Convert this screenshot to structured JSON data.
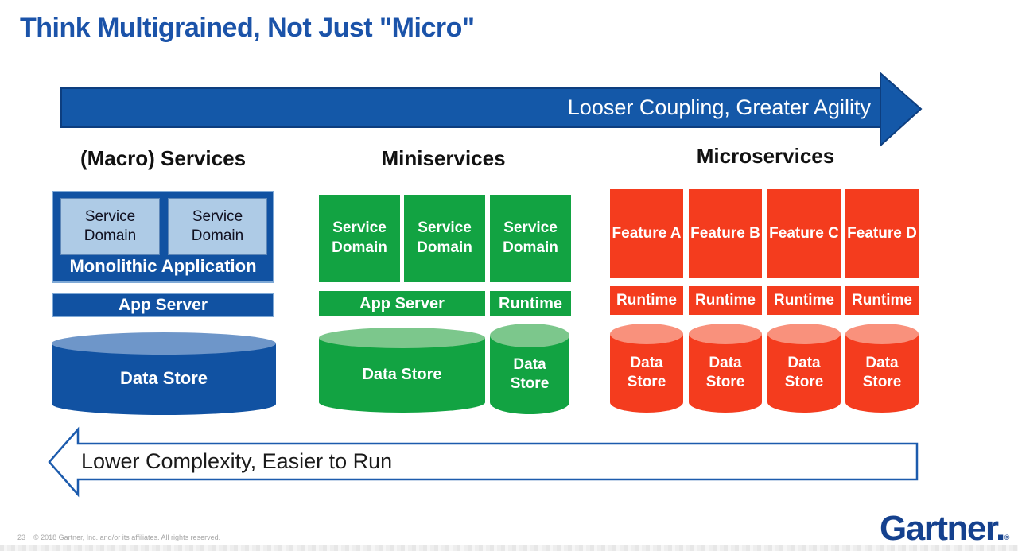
{
  "title": "Think Multigrained, Not Just \"Micro\"",
  "top_arrow": {
    "label": "Looser Coupling, Greater Agility"
  },
  "bottom_arrow": {
    "label": "Lower Complexity, Easier to Run"
  },
  "columns": [
    {
      "heading": "(Macro) Services",
      "service_domains": [
        "Service Domain",
        "Service Domain"
      ],
      "container_label": "Monolithic Application",
      "app_server": "App Server",
      "data_store": "Data Store"
    },
    {
      "heading": "Miniservices",
      "service_domains": [
        "Service Domain",
        "Service Domain",
        "Service Domain"
      ],
      "app_server": "App Server",
      "runtime": "Runtime",
      "data_stores": [
        "Data Store",
        "Data Store"
      ]
    },
    {
      "heading": "Microservices",
      "features": [
        "Feature A",
        "Feature B",
        "Feature C",
        "Feature D"
      ],
      "runtimes": [
        "Runtime",
        "Runtime",
        "Runtime",
        "Runtime"
      ],
      "data_stores": [
        "Data Store",
        "Data Store",
        "Data Store",
        "Data Store"
      ]
    }
  ],
  "footer": {
    "page_number": "23",
    "copyright": "© 2018 Gartner, Inc. and/or its affiliates. All rights reserved.",
    "logo": "Gartner.",
    "reg_mark": "®"
  },
  "colors": {
    "title_blue": "#1B53A9",
    "arrow_blue": "#1458A8",
    "box_blue": "#1152A2",
    "light_blue": "#AECBE6",
    "cylinder_blue_top": "#6E96C9",
    "green": "#12A342",
    "cylinder_green_top": "#7CC78C",
    "red": "#F43C1E",
    "cylinder_red_top": "#F9917C",
    "logo_navy": "#15418E",
    "footer_gray": "#A6A6A6"
  }
}
